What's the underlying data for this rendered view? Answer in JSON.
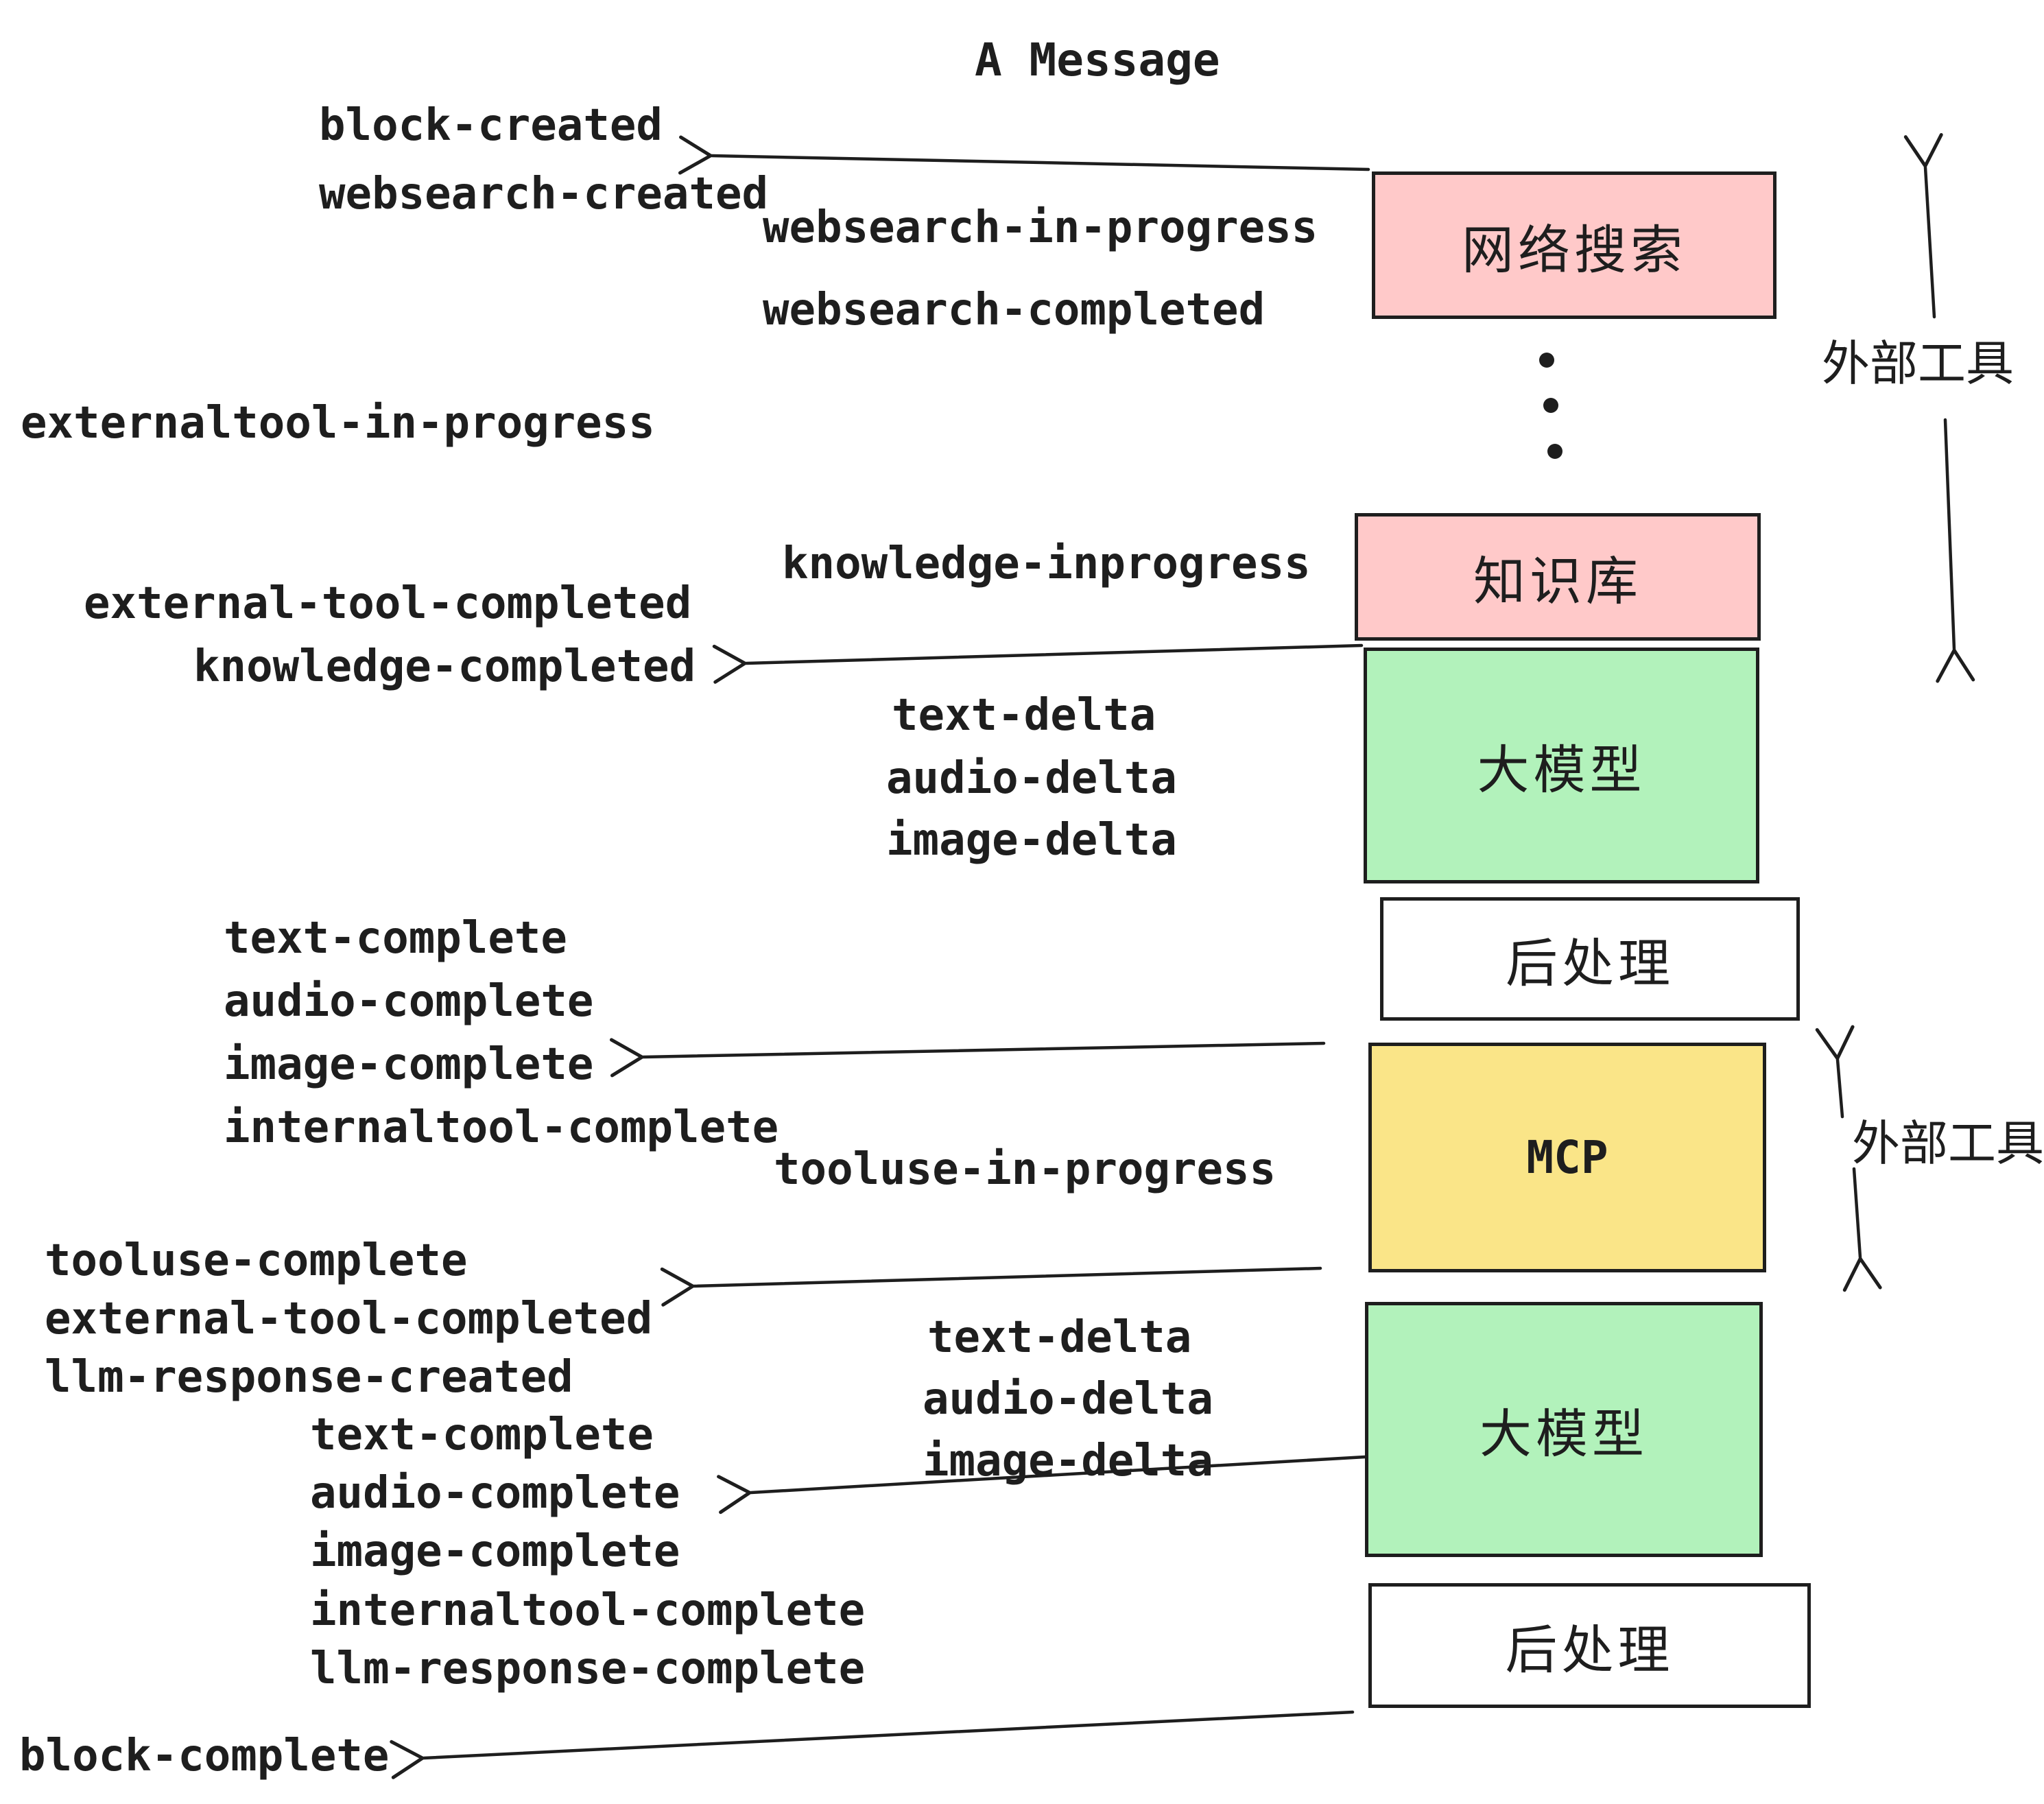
{
  "title": "A Message",
  "colors": {
    "background": "#ffffff",
    "stroke": "#1e1e1e",
    "pink": "#ffc9c9",
    "green": "#b2f2bb",
    "yellow": "#fae588",
    "white": "#ffffff"
  },
  "nodes": [
    {
      "id": "websearch",
      "label": "网络搜索",
      "color": "#ffc9c9"
    },
    {
      "id": "knowledge-base",
      "label": "知识库",
      "color": "#ffc9c9"
    },
    {
      "id": "llm-1",
      "label": "大模型",
      "color": "#b2f2bb"
    },
    {
      "id": "postprocess-1",
      "label": "后处理",
      "color": "#ffffff"
    },
    {
      "id": "mcp",
      "label": "MCP",
      "color": "#fae588"
    },
    {
      "id": "llm-2",
      "label": "大模型",
      "color": "#b2f2bb"
    },
    {
      "id": "postprocess-2",
      "label": "后处理",
      "color": "#ffffff"
    }
  ],
  "annotations": [
    {
      "id": "external-tools-top",
      "text": "外部工具"
    },
    {
      "id": "external-tools-mcp",
      "text": "外部工具"
    }
  ],
  "ellipsis_dots": 3,
  "events": [
    {
      "id": "block-created",
      "text": "block-created"
    },
    {
      "id": "websearch-created",
      "text": "websearch-created"
    },
    {
      "id": "websearch-in-progress",
      "text": "websearch-in-progress"
    },
    {
      "id": "websearch-completed",
      "text": "websearch-completed"
    },
    {
      "id": "externaltool-in-progress",
      "text": "externaltool-in-progress"
    },
    {
      "id": "knowledge-inprogress",
      "text": "knowledge-inprogress"
    },
    {
      "id": "external-tool-completed-1",
      "text": "external-tool-completed"
    },
    {
      "id": "knowledge-completed",
      "text": "knowledge-completed"
    },
    {
      "id": "text-delta-1",
      "text": "text-delta"
    },
    {
      "id": "audio-delta-1",
      "text": "audio-delta"
    },
    {
      "id": "image-delta-1",
      "text": "image-delta"
    },
    {
      "id": "text-complete-1",
      "text": "text-complete"
    },
    {
      "id": "audio-complete-1",
      "text": "audio-complete"
    },
    {
      "id": "image-complete-1",
      "text": "image-complete"
    },
    {
      "id": "internaltool-complete-1",
      "text": "internaltool-complete"
    },
    {
      "id": "tooluse-in-progress",
      "text": "tooluse-in-progress"
    },
    {
      "id": "tooluse-complete",
      "text": "tooluse-complete"
    },
    {
      "id": "external-tool-completed-2",
      "text": "external-tool-completed"
    },
    {
      "id": "llm-response-created",
      "text": "llm-response-created"
    },
    {
      "id": "text-delta-2",
      "text": "text-delta"
    },
    {
      "id": "audio-delta-2",
      "text": "audio-delta"
    },
    {
      "id": "image-delta-2",
      "text": "image-delta"
    },
    {
      "id": "text-complete-2",
      "text": "text-complete"
    },
    {
      "id": "audio-complete-2",
      "text": "audio-complete"
    },
    {
      "id": "image-complete-2",
      "text": "image-complete"
    },
    {
      "id": "internaltool-complete-2",
      "text": "internaltool-complete"
    },
    {
      "id": "llm-response-complete",
      "text": "llm-response-complete"
    },
    {
      "id": "block-complete",
      "text": "block-complete"
    }
  ],
  "arrows": [
    {
      "id": "arrow-to-websearch-created",
      "from": "websearch",
      "to": "websearch-created"
    },
    {
      "id": "arrow-to-knowledge-completed",
      "from": "knowledge-base",
      "to": "knowledge-completed"
    },
    {
      "id": "arrow-to-image-complete",
      "from": "postprocess-1",
      "to": "image-complete"
    },
    {
      "id": "arrow-to-external-tool-completed",
      "from": "mcp",
      "to": "external-tool-completed"
    },
    {
      "id": "arrow-to-audio-complete",
      "from": "llm-2",
      "to": "audio-complete"
    },
    {
      "id": "arrow-to-block-complete",
      "from": "postprocess-2",
      "to": "block-complete"
    },
    {
      "id": "external-tools-top-up-arrow",
      "direction": "up"
    },
    {
      "id": "external-tools-top-down-arrow",
      "direction": "down"
    },
    {
      "id": "external-tools-mcp-up-arrow",
      "direction": "up"
    },
    {
      "id": "external-tools-mcp-down-arrow",
      "direction": "down"
    }
  ]
}
